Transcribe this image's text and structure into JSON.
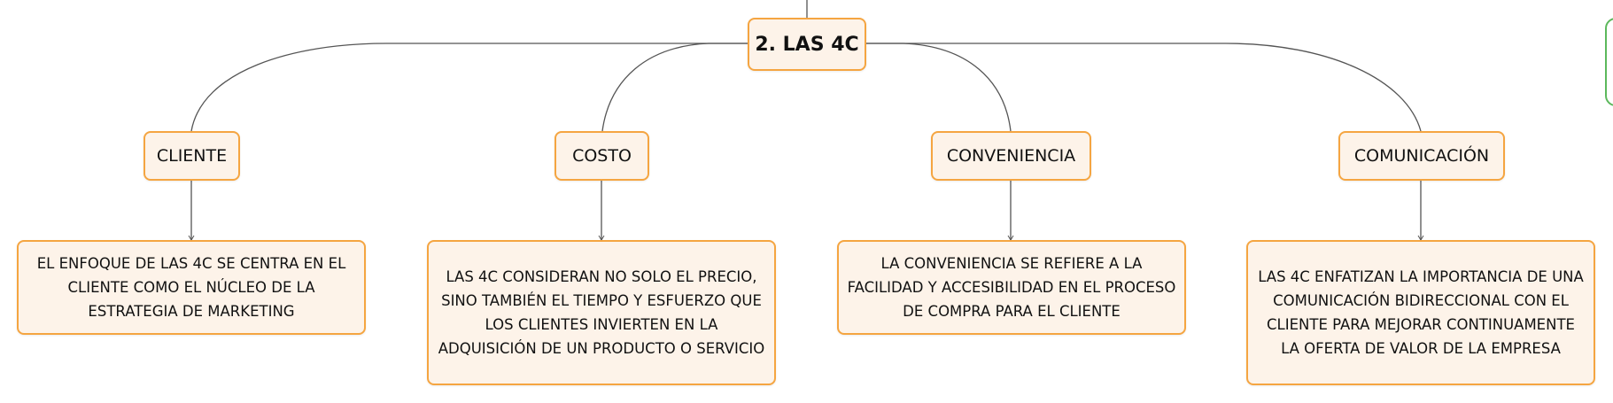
{
  "root": {
    "label": "2. LAS 4C"
  },
  "branches": [
    {
      "label": "CLIENTE",
      "description": "EL ENFOQUE DE LAS 4C SE CENTRA EN EL\nCLIENTE COMO EL NÚCLEO DE LA\nESTRATEGIA DE MARKETING"
    },
    {
      "label": "COSTO",
      "description": "LAS 4C CONSIDERAN NO SOLO EL PRECIO,\nSINO TAMBIÉN EL TIEMPO Y ESFUERZO QUE\nLOS CLIENTES INVIERTEN EN LA\nADQUISICIÓN DE UN PRODUCTO O SERVICIO"
    },
    {
      "label": "CONVENIENCIA",
      "description": "LA CONVENIENCIA SE REFIERE A LA\nFACILIDAD Y ACCESIBILIDAD EN EL PROCESO\nDE COMPRA PARA EL CLIENTE"
    },
    {
      "label": "COMUNICACIÓN",
      "description": "LAS 4C ENFATIZAN LA IMPORTANCIA DE UNA\nCOMUNICACIÓN BIDIRECCIONAL CON EL\nCLIENTE PARA MEJORAR CONTINUAMENTE\nLA OFERTA DE VALOR DE LA EMPRESA"
    }
  ],
  "colors": {
    "node_border": "#f5a541",
    "node_fill": "#fdf3e9",
    "connector": "#555555",
    "side_frame_border": "#5cb85c"
  }
}
